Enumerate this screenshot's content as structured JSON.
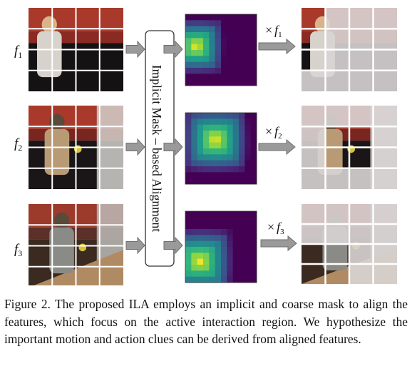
{
  "figure": {
    "module_label": "Implicit Mask – based Alignment",
    "rows": [
      {
        "feature_name": "f",
        "feature_index": "1",
        "multiply_symbol": "×",
        "mask_peak": [
          0.15,
          0.45
        ],
        "mask_sigma": 1.25,
        "frame_colors": {
          "top": "#a8392b",
          "wall": "#8a2a22",
          "floor": "#151214",
          "person": "#d8d2cc"
        },
        "active_cells": [
          [
            0,
            0
          ],
          [
            1,
            0
          ],
          [
            2,
            0
          ]
        ]
      },
      {
        "feature_name": "f",
        "feature_index": "2",
        "multiply_symbol": "×",
        "mask_peak": [
          0.42,
          0.38
        ],
        "mask_sigma": 1.05,
        "frame_colors": {
          "top": "#a8392b",
          "wall": "#7a2620",
          "floor": "#1a1618",
          "person": "#b89a74"
        },
        "active_cells": [
          [
            1,
            1
          ],
          [
            1,
            2
          ],
          [
            2,
            1
          ],
          [
            2,
            2
          ]
        ]
      },
      {
        "feature_name": "f",
        "feature_index": "3",
        "multiply_symbol": "×",
        "mask_peak": [
          0.2,
          0.7
        ],
        "mask_sigma": 1.05,
        "frame_colors": {
          "top": "#9c3a2c",
          "wall": "#5a3028",
          "floor": "#3a2a20",
          "person": "#8a8a86"
        },
        "active_cells": [
          [
            2,
            0
          ],
          [
            2,
            1
          ],
          [
            3,
            0
          ],
          [
            3,
            1
          ]
        ]
      }
    ],
    "colors": {
      "arrow_fill": "#9a9a9a",
      "arrow_stroke": "#6e6e6e",
      "grid_line": "#ffffff",
      "mask_outline": "#333333"
    }
  },
  "caption": "Figure 2. The proposed ILA employs an implicit and coarse mask to align the features, which focus on the active interaction region. We hypothesize the important motion and action clues can be derived from aligned features."
}
